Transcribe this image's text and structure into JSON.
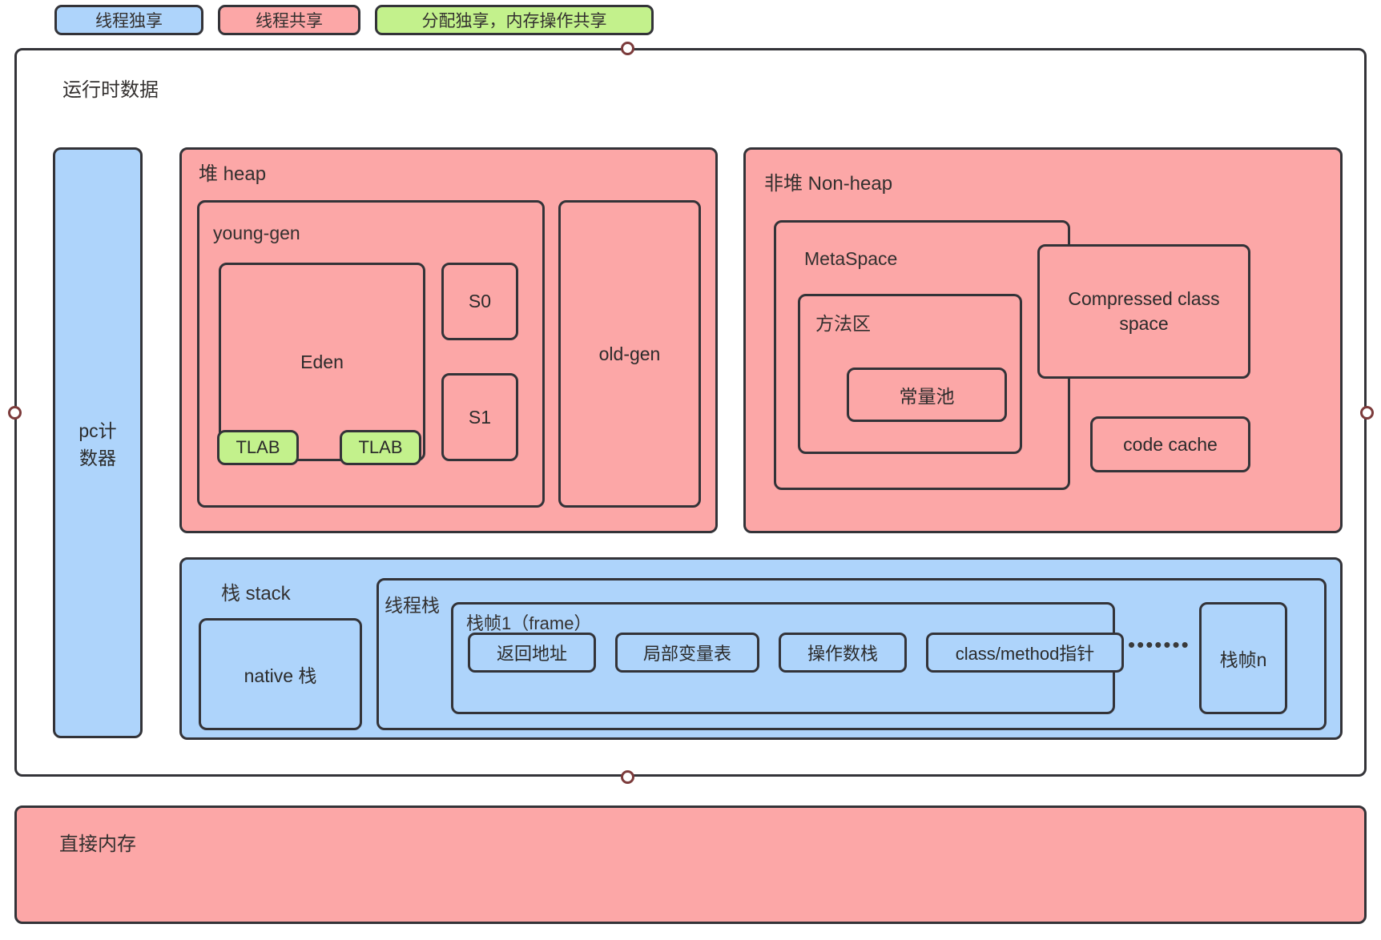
{
  "legend": {
    "items": [
      {
        "label": "线程独享",
        "color": "#aed4fb"
      },
      {
        "label": "线程共享",
        "color": "#fca7a7"
      },
      {
        "label": "分配独享，内存操作共享",
        "color": "#c3f18c"
      }
    ]
  },
  "runtime": {
    "title": "运行时数据",
    "pc_counter": "pc计\n数器",
    "heap": {
      "title": "堆 heap",
      "young_gen": {
        "title": "young-gen",
        "eden": "Eden",
        "tlab": [
          "TLAB",
          "TLAB"
        ],
        "survivors": [
          "S0",
          "S1"
        ]
      },
      "old_gen": "old-gen"
    },
    "non_heap": {
      "title": "非堆 Non-heap",
      "metaspace": {
        "title": "MetaSpace",
        "method_area": "方法区",
        "constant_pool": "常量池"
      },
      "compressed_class_space": "Compressed class\nspace",
      "code_cache": "code cache"
    },
    "stack": {
      "title": "栈 stack",
      "native_stack": "native 栈",
      "thread_stack": {
        "title": "线程栈",
        "frame1": {
          "title": "栈帧1（frame）",
          "items": [
            "返回地址",
            "局部变量表",
            "操作数栈",
            "class/method指针"
          ]
        },
        "ellipsis": "•••••••",
        "frame_n": "栈帧n"
      }
    }
  },
  "direct_memory": {
    "title": "直接内存"
  },
  "colors": {
    "thread_private": "#aed4fb",
    "thread_shared": "#fca7a7",
    "tlab": "#c3f18c",
    "stroke": "#333338",
    "connector": "#7c3b3b"
  }
}
